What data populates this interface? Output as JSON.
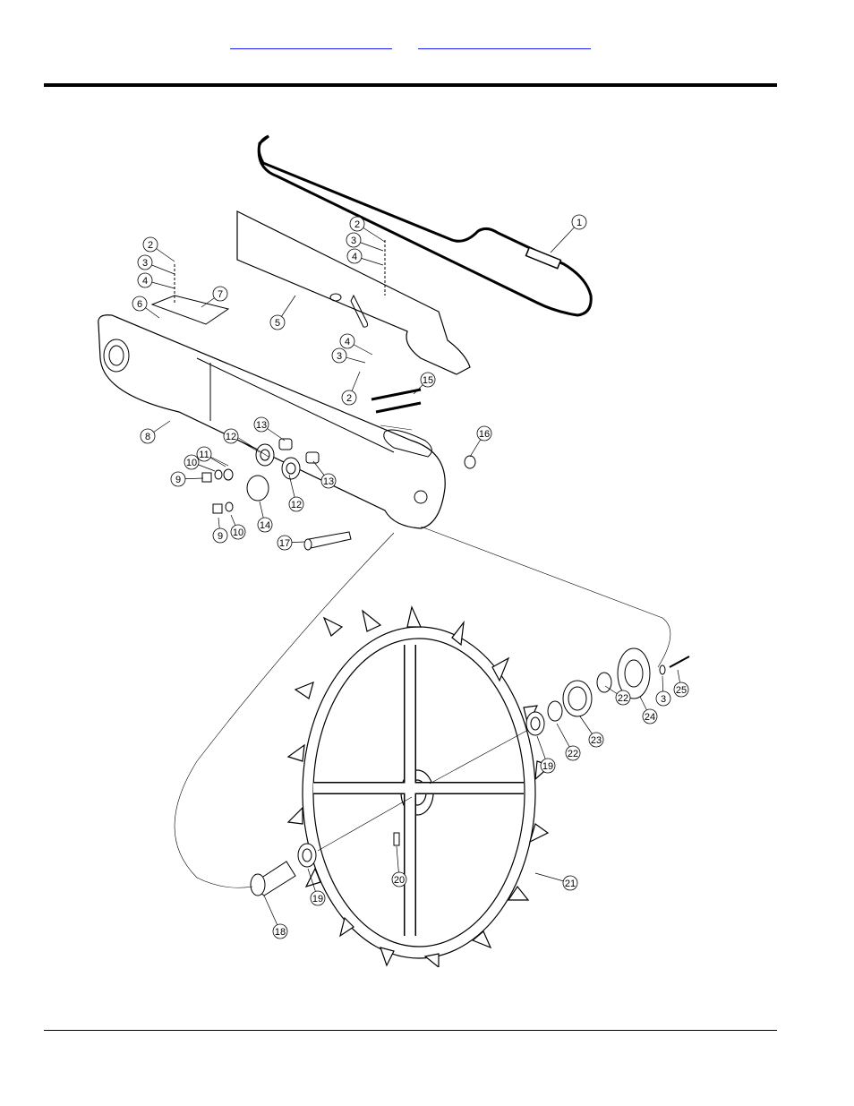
{
  "header": {
    "links": [
      {
        "text": ""
      },
      {
        "text": ""
      }
    ]
  },
  "diagram": {
    "callouts": [
      "1",
      "2",
      "3",
      "4",
      "2",
      "3",
      "4",
      "4",
      "3",
      "2",
      "5",
      "6",
      "7",
      "8",
      "9",
      "10",
      "11",
      "12",
      "13",
      "12",
      "13",
      "9",
      "10",
      "14",
      "15",
      "16",
      "17",
      "18",
      "19",
      "19",
      "20",
      "21",
      "22",
      "22",
      "23",
      "24",
      "3",
      "25"
    ]
  }
}
